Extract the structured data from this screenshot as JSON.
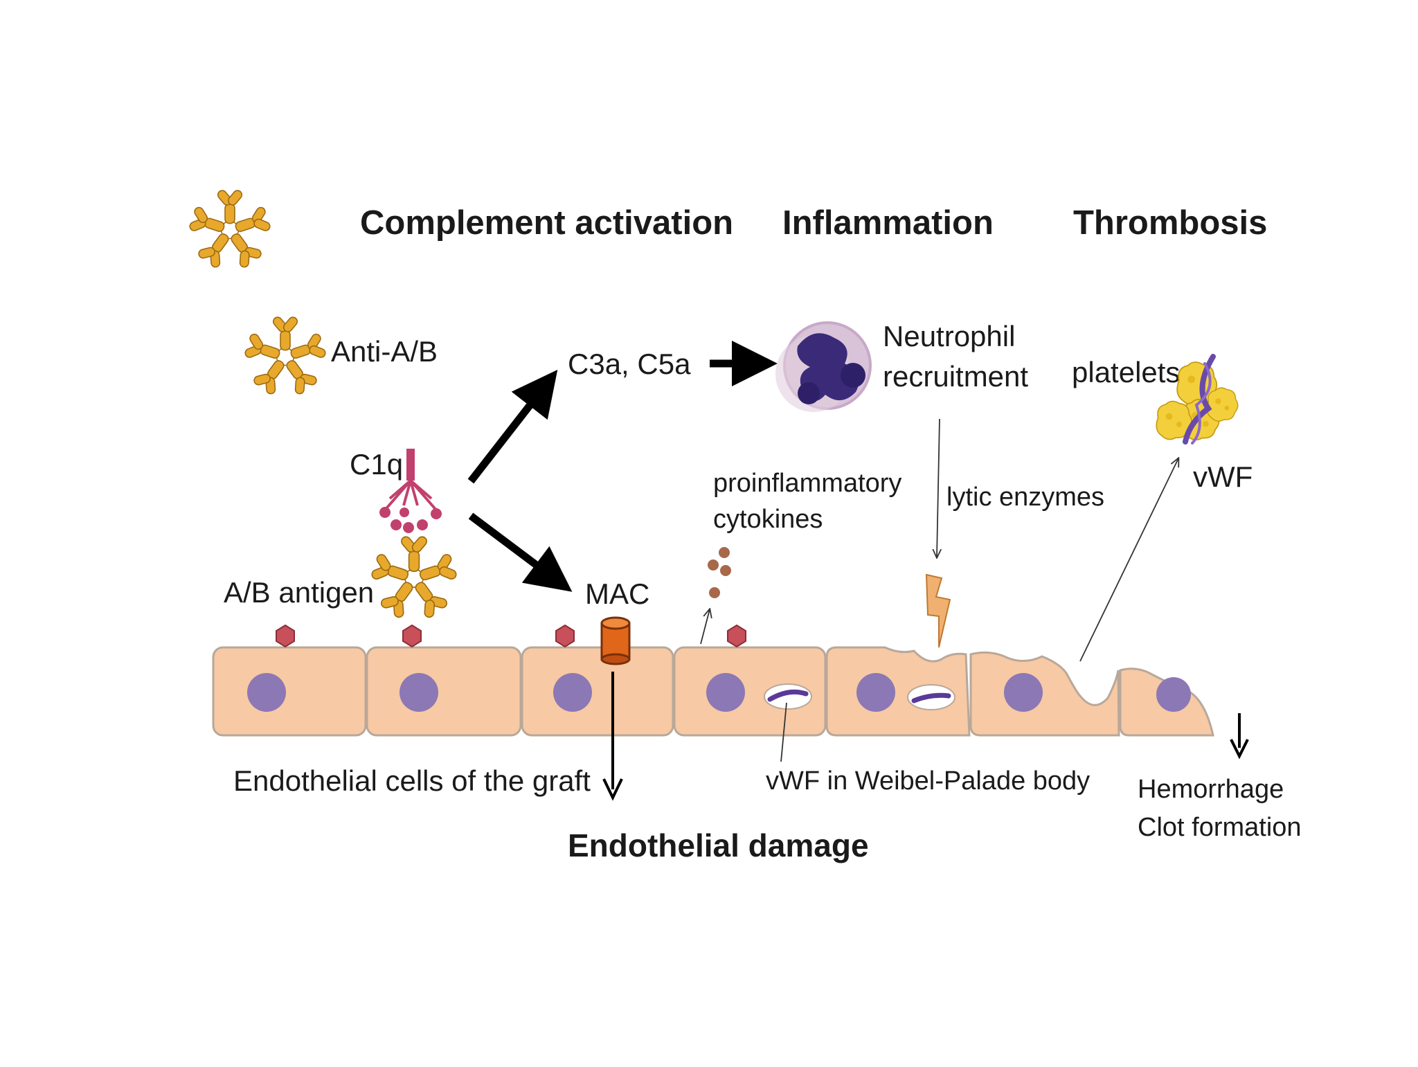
{
  "headers": {
    "complement": "Complement activation",
    "inflammation": "Inflammation",
    "thrombosis": "Thrombosis"
  },
  "labels": {
    "anti_ab": "Anti-A/B",
    "c1q": "C1q",
    "ab_antigen": "A/B antigen",
    "c3a_c5a": "C3a, C5a",
    "neutrophil_line1": "Neutrophil",
    "neutrophil_line2": "recruitment",
    "platelets": "platelets",
    "vwf": "vWF",
    "cytokines_line1": "proinflammatory",
    "cytokines_line2": "cytokines",
    "lytic": "lytic enzymes",
    "mac": "MAC",
    "endothelial_cells": "Endothelial cells of the graft",
    "endothelial_damage": "Endothelial damage",
    "weibel": "vWF in Weibel-Palade body",
    "hemorrhage_line1": "Hemorrhage",
    "clot_line2": "Clot formation"
  },
  "colors": {
    "antibody": "#e8a82c",
    "antibody_outline": "#9a6a10",
    "cell_fill": "#f7c9a4",
    "cell_stroke": "#b8a89a",
    "nucleus": "#8b78b5",
    "antigen": "#c7505a",
    "c1q": "#c2406e",
    "mac": "#e0661a",
    "neutrophil": "#3b2a78",
    "platelet": "#f3cf3c",
    "vwf_strand": "#6a4aa8",
    "cytokine": "#a8684a",
    "enzyme_bolt": "#f0b070"
  },
  "icons": [
    "antibody-icon",
    "c1q-icon",
    "antigen-icon",
    "mac-pore-icon",
    "neutrophil-icon",
    "platelets-icon",
    "lightning-icon",
    "cytokine-icon"
  ]
}
